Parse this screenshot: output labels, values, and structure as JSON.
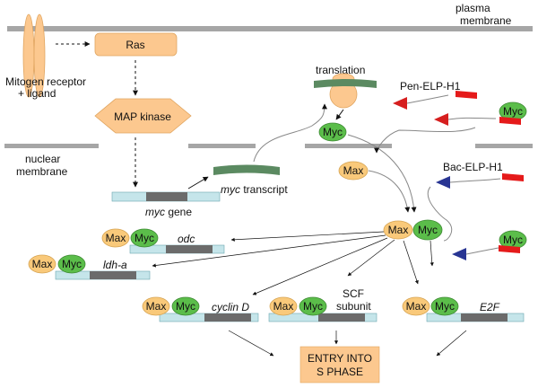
{
  "labels": {
    "plasma_membrane": [
      "plasma",
      "membrane"
    ],
    "receptor": [
      "Mitogen receptor",
      "+ ligand"
    ],
    "ras": "Ras",
    "map_kinase": "MAP kinase",
    "nuclear_membrane": [
      "nuclear",
      "membrane"
    ],
    "translation": "translation",
    "myc_transcript": "myc",
    "transcript_word": " transcript",
    "myc_gene": "myc",
    "gene_word": " gene",
    "pen_elp": "Pen-ELP-H1",
    "bac_elp": "Bac-ELP-H1",
    "max": "Max",
    "myc": "Myc",
    "odc": "odc",
    "ldh": "ldh-a",
    "cyclin": "cyclin D",
    "scf": [
      "SCF",
      "subunit"
    ],
    "e2f": "E2F",
    "entry": [
      "ENTRY INTO",
      "S PHASE"
    ]
  },
  "colors": {
    "membrane": "#a6a6a6",
    "orange": "#fcc88f",
    "max": "#f9c97a",
    "myc": "#5bbd4a",
    "myc_dark": "#3e8a33",
    "dna_light": "#c5e5ea",
    "dna_dark": "#6b6b6b",
    "mrna": "#5b8a61",
    "ribosome": "#fcc88f",
    "pen_triangle": "#d61f1f",
    "bac_triangle": "#283593",
    "elp": "#e51a1a",
    "entry_box": "#fcc88f"
  }
}
